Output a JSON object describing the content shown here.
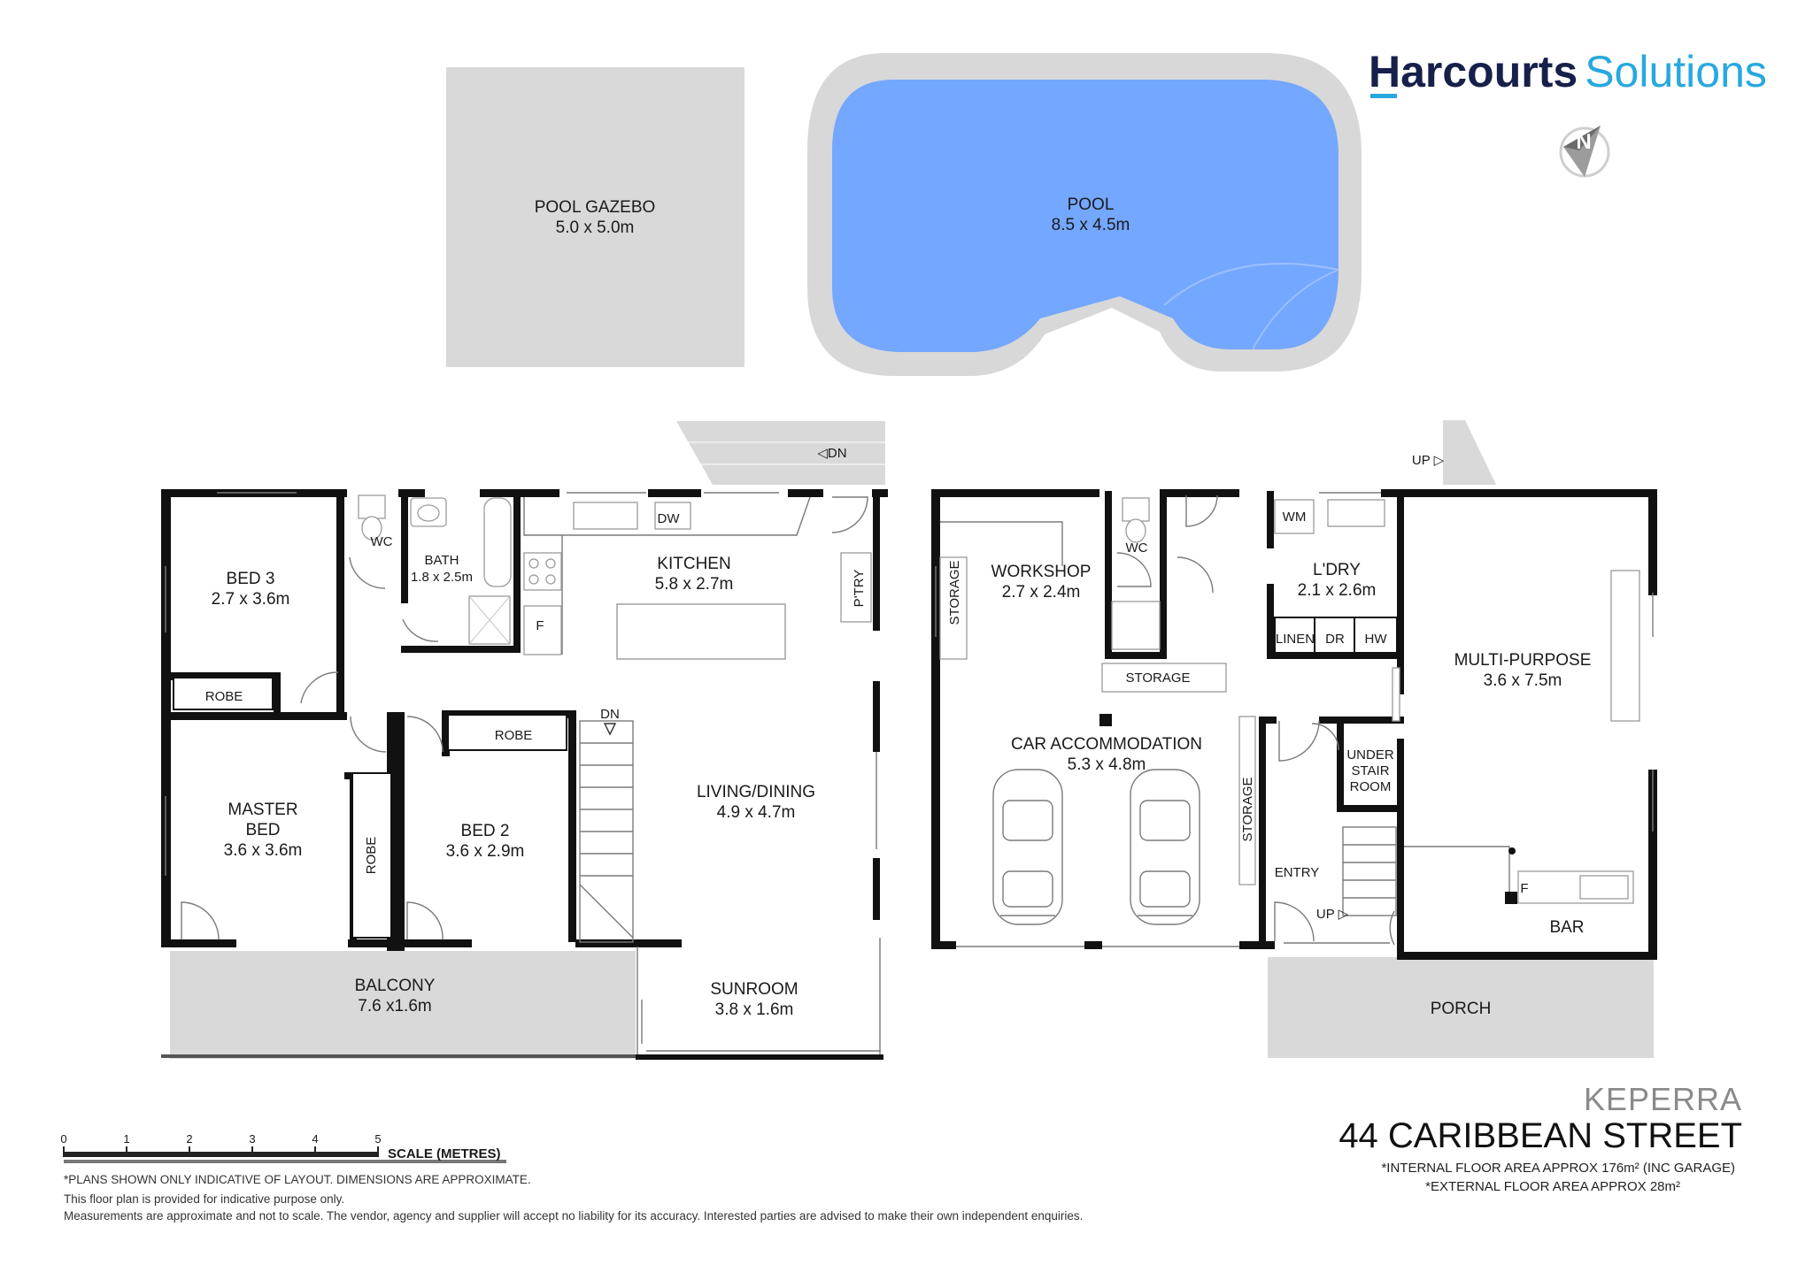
{
  "brand": {
    "name": "Harcourts",
    "office": "Solutions"
  },
  "compass": {
    "letter": "N"
  },
  "outdoor": {
    "gazebo": {
      "name": "POOL GAZEBO",
      "size": "5.0 x 5.0m"
    },
    "pool": {
      "name": "POOL",
      "size": "8.5 x 4.5m"
    }
  },
  "upper_floor": {
    "bed3": {
      "name": "BED 3",
      "size": "2.7 x 3.6m"
    },
    "wc": {
      "name": "WC"
    },
    "bath": {
      "name": "BATH",
      "size": "1.8 x  2.5m"
    },
    "kitchen": {
      "name": "KITCHEN",
      "size": "5.8 x 2.7m"
    },
    "dw": "DW",
    "fridge": "F",
    "pantry": "P'TRY",
    "robe_bed3": "ROBE",
    "robe_bed2": "ROBE",
    "robe_master": "ROBE",
    "master": {
      "name1": "MASTER",
      "name2": "BED",
      "size": "3.6 x 3.6m"
    },
    "bed2": {
      "name": "BED 2",
      "size": "3.6 x 2.9m"
    },
    "living": {
      "name": "LIVING/DINING",
      "size": "4.9 x 4.7m"
    },
    "stair_dn": "DN",
    "deck_dn": "◁DN",
    "balcony": {
      "name": "BALCONY",
      "size": "7.6 x1.6m"
    },
    "sunroom": {
      "name": "SUNROOM",
      "size": "3.8 x 1.6m"
    }
  },
  "lower_floor": {
    "storage_left": "STORAGE",
    "workshop": {
      "name": "WORKSHOP",
      "size": "2.7 x 2.4m"
    },
    "wc": "WC",
    "storage_mid": "STORAGE",
    "wm": "WM",
    "laundry": {
      "name": "L'DRY",
      "size": "2.1 x 2.6m"
    },
    "linen": "LINEN",
    "dr": "DR",
    "hw": "HW",
    "multi": {
      "name": "MULTI-PURPOSE",
      "size": "3.6 x 7.5m"
    },
    "car": {
      "name": "CAR ACCOMMODATION",
      "size": "5.3 x 4.8m"
    },
    "storage_vert": "STORAGE",
    "under_stair": {
      "l1": "UNDER",
      "l2": "STAIR",
      "l3": "ROOM"
    },
    "entry": "ENTRY",
    "up_stair": "UP ▷",
    "up_outside": "UP ▷",
    "fridge": "F",
    "bar": "BAR",
    "porch": "PORCH"
  },
  "scale": {
    "ticks": [
      "0",
      "1",
      "2",
      "3",
      "4",
      "5"
    ],
    "label": "SCALE (METRES)"
  },
  "address": {
    "suburb": "KEPERRA",
    "street": "44 CARIBBEAN STREET",
    "internal_area": "*INTERNAL FLOOR AREA APPROX 176m² (INC GARAGE)",
    "external_area": "*EXTERNAL FLOOR AREA APPROX 28m²"
  },
  "disclaimers": {
    "line1": "*PLANS SHOWN ONLY INDICATIVE OF LAYOUT. DIMENSIONS ARE APPROXIMATE.",
    "line2": "This floor plan is provided for indicative purpose only.",
    "line3": "Measurements are approximate and not to scale. The vendor, agency and supplier will accept no liability for its accuracy. Interested parties are advised to make their own independent enquiries."
  },
  "colors": {
    "pool_water": "#74a7ff",
    "outdoor_grey": "#d9d9d9",
    "wall": "#111111",
    "brand_navy": "#16204a",
    "brand_blue": "#27a8e0"
  }
}
